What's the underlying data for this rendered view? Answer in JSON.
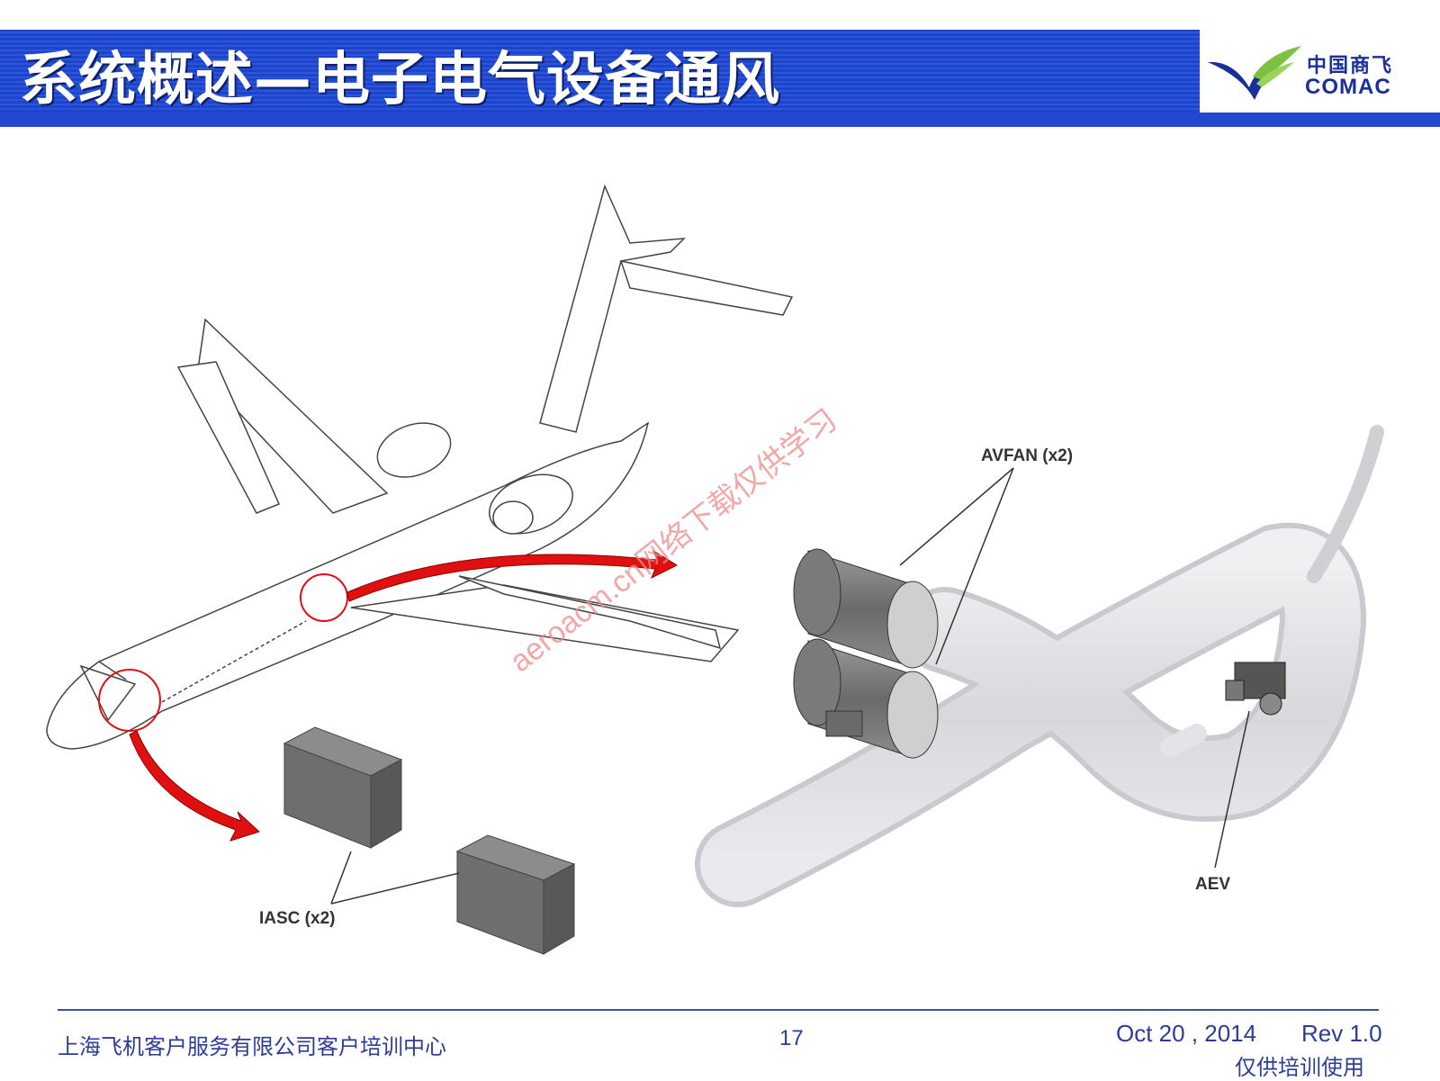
{
  "header": {
    "title": "系统概述—电子电气设备通风",
    "logo_cn": "中国商飞",
    "logo_en": "COMAC"
  },
  "diagram": {
    "label_avfan": "AVFAN (x2)",
    "label_aev": "AEV",
    "label_iasc": "IASC (x2)",
    "watermark": "aeroacm.cn网络下载仅供学习"
  },
  "footer": {
    "organization": "上海飞机客户服务有限公司客户培训中心",
    "page_number": "17",
    "date": "Oct 20 , 2014",
    "revision": "Rev 1.0",
    "usage_note": "仅供培训使用"
  },
  "colors": {
    "title_bar": "#2347cf",
    "footer_text": "#2b3d99",
    "arrow_red": "#e01010",
    "logo_blue": "#1a2f9c",
    "logo_green": "#7cc242"
  }
}
